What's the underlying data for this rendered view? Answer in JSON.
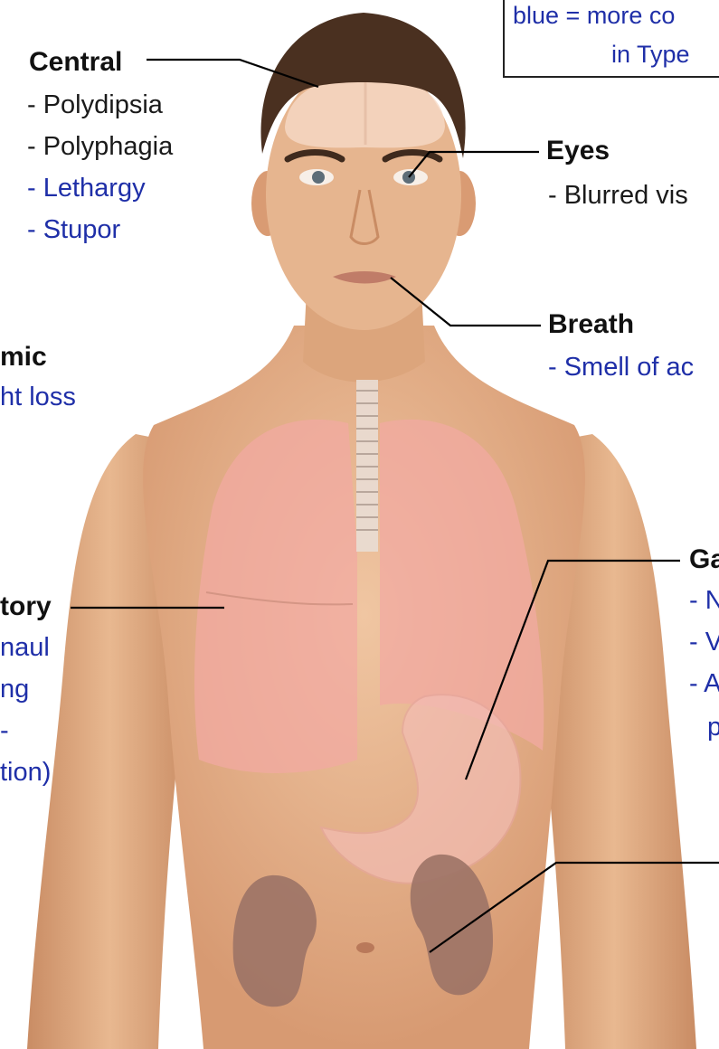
{
  "legend": {
    "line1": "blue = more co",
    "line2": "in Type"
  },
  "colors": {
    "skin": "#e6b58f",
    "skin_shadow": "#c98c64",
    "hair": "#4a3020",
    "lung": "#f1aaa2",
    "stomach": "#f3bdb4",
    "kidney": "#9c7366",
    "label_blue": "#1f2fa8",
    "label_black": "#111111",
    "leader_line": "#000000"
  },
  "groups": [
    {
      "id": "central",
      "heading": "Central",
      "items": [
        {
          "text": "- Polydipsia",
          "blue": false
        },
        {
          "text": "- Polyphagia",
          "blue": false
        },
        {
          "text": "- Lethargy",
          "blue": true
        },
        {
          "text": "- Stupor",
          "blue": true
        }
      ]
    },
    {
      "id": "eyes",
      "heading": "Eyes",
      "items": [
        {
          "text": "- Blurred vis",
          "blue": false
        }
      ]
    },
    {
      "id": "breath",
      "heading": "Breath",
      "items": [
        {
          "text": "- Smell of ac",
          "blue": true
        }
      ]
    },
    {
      "id": "systemic",
      "heading": "mic",
      "items": [
        {
          "text": "ht loss",
          "blue": true
        }
      ]
    },
    {
      "id": "respiratory",
      "heading": "tory",
      "items": [
        {
          "text": "naul",
          "blue": true
        },
        {
          "text": "ng",
          "blue": true
        },
        {
          "text": "-",
          "blue": true
        },
        {
          "text": "tion)",
          "blue": true
        }
      ]
    },
    {
      "id": "gastric",
      "heading": "Ga",
      "items": [
        {
          "text": "- N",
          "blue": true
        },
        {
          "text": "- V",
          "blue": true
        },
        {
          "text": "- A",
          "blue": true
        },
        {
          "text": "p",
          "blue": true
        }
      ]
    }
  ]
}
